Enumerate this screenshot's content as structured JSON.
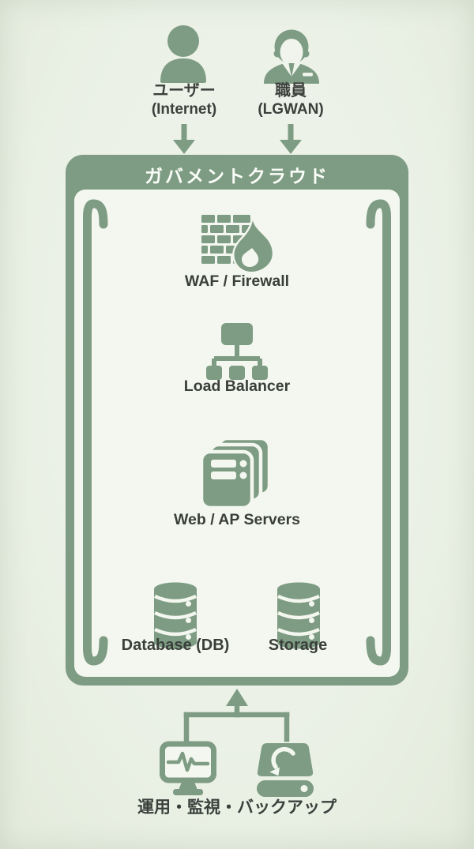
{
  "actors": {
    "user": {
      "label": "ユーザー",
      "sublabel": "(Internet)"
    },
    "staff": {
      "label": "職員",
      "sublabel": "(LGWAN)"
    }
  },
  "cloud": {
    "title": "ガバメントクラウド",
    "nodes": {
      "waf": {
        "label": "WAF / Firewall"
      },
      "lb": {
        "label": "Load Balancer"
      },
      "servers": {
        "label": "Web / AP Servers"
      },
      "db": {
        "label": "Database (DB)"
      },
      "storage": {
        "label": "Storage"
      }
    }
  },
  "ops": {
    "label": "運用・監視・バックアップ"
  },
  "colors": {
    "accent_green": "#7e9c83",
    "inner_background": "#f3f7ef",
    "outer_background": "#ebf1e6",
    "text": "#3b403c",
    "title_text": "#fbfdf9"
  },
  "icons": {
    "user": "person-silhouette-icon",
    "staff": "business-person-icon",
    "waf": "firewall-brick-flame-icon",
    "lb": "load-balancer-tree-icon",
    "servers": "stacked-servers-icon",
    "db": "database-cylinder-icon",
    "storage": "database-cylinder-icon",
    "monitoring": "monitor-pulse-icon",
    "backup": "backup-drive-icon"
  }
}
